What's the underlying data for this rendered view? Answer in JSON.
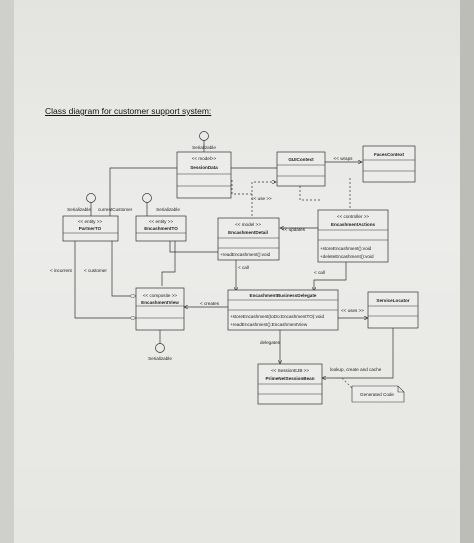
{
  "title": "Class diagram for customer support system:",
  "classes": {
    "session_data": {
      "interface": "Serializable",
      "stereotype": "<< model>>",
      "name": "SessionData"
    },
    "gui_context": {
      "name": "GUIContext"
    },
    "faces_context": {
      "name": "FacesContext"
    },
    "partner_to": {
      "interface": "Serializable",
      "stereotype": "<< entity >>",
      "name": "PartnerTO"
    },
    "encashment_to": {
      "interface": "Serializable",
      "stereotype": "<< entity >>",
      "name": "EncashmentTO"
    },
    "encashment_detail": {
      "stereotype": "<< model >>",
      "name": "EncashmentDetail",
      "ops": [
        "+readEncashment():void"
      ]
    },
    "encashment_actions": {
      "stereotype": "<< controller >>",
      "name": "EncashmentActions",
      "ops": [
        "+storeEncashment():void",
        "+deleteEncashment():void"
      ]
    },
    "encashment_view": {
      "interface": "Serializable",
      "stereotype": "<< composite >>",
      "name": "EncashmentView"
    },
    "business_delegate": {
      "name": "EncashmentBusinessDelegate",
      "ops": [
        "+storeEncashment(toDo:EncashmentTO):void",
        "+readEncashment():EncashmentView"
      ]
    },
    "service_locator": {
      "name": "ServiceLocator"
    },
    "session_ejb": {
      "stereotype": "<< SessionEJB >>",
      "name": "PrimeNetSessionBean"
    }
  },
  "labels": {
    "wraps": "<< wraps",
    "use": "<< use >>",
    "current_customer": "currentCustomer",
    "updates": "<< updates",
    "call": "< call",
    "incurrent": "< incurrent",
    "customer": "< customer",
    "creates": "< creates",
    "uses": "<< uses >>",
    "delegates": "delegates",
    "lookup": "lookup, create and cache",
    "generated_code": "Generated Code"
  }
}
